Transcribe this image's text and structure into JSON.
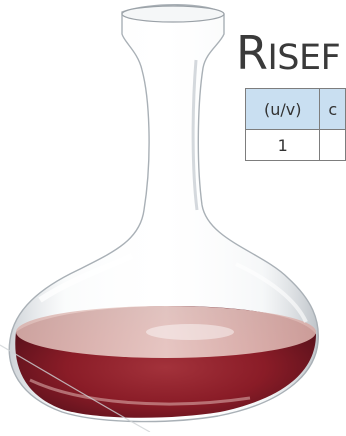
{
  "title": {
    "initial": "R",
    "rest": "ISEF"
  },
  "table": {
    "headers": [
      "(u/v)",
      "c"
    ],
    "rows": [
      [
        "1",
        ""
      ]
    ]
  },
  "colors": {
    "wine": "#8e1d28",
    "glass": "#e8ecef",
    "header_fill": "#c9dff1"
  }
}
